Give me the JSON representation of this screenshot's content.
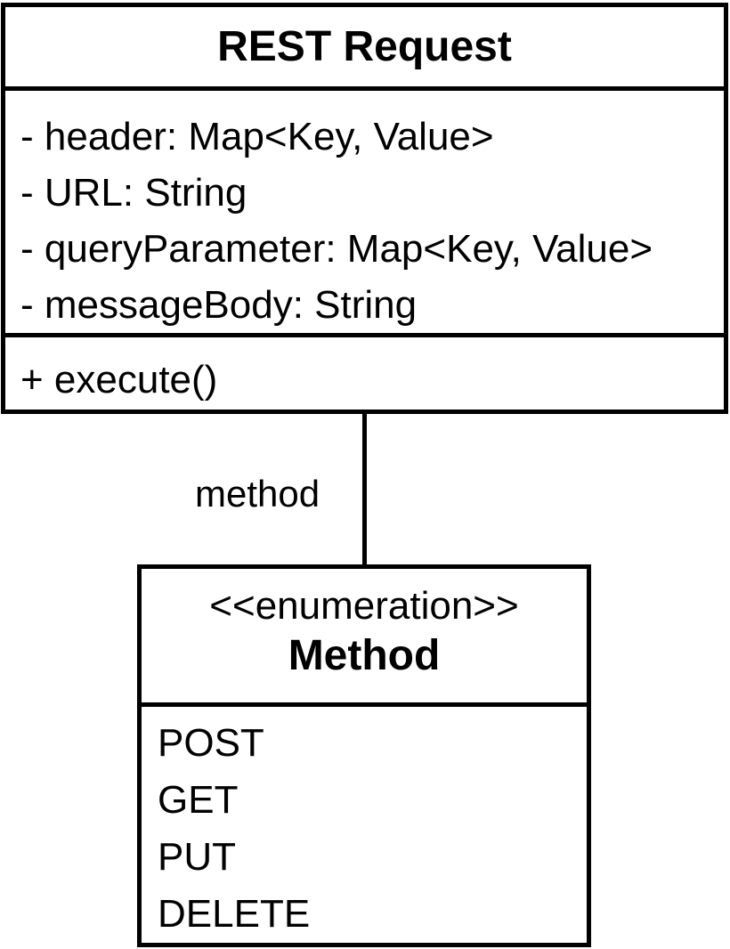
{
  "rest_request": {
    "name": "REST Request",
    "attributes": [
      "- header: Map<Key, Value>",
      "- URL: String",
      "- queryParameter: Map<Key, Value>",
      "- messageBody: String"
    ],
    "operations": [
      "+ execute()"
    ]
  },
  "association": {
    "role": "method"
  },
  "method_enum": {
    "stereotype": "<<enumeration>>",
    "name": "Method",
    "literals": [
      "POST",
      "GET",
      "PUT",
      "DELETE"
    ]
  }
}
